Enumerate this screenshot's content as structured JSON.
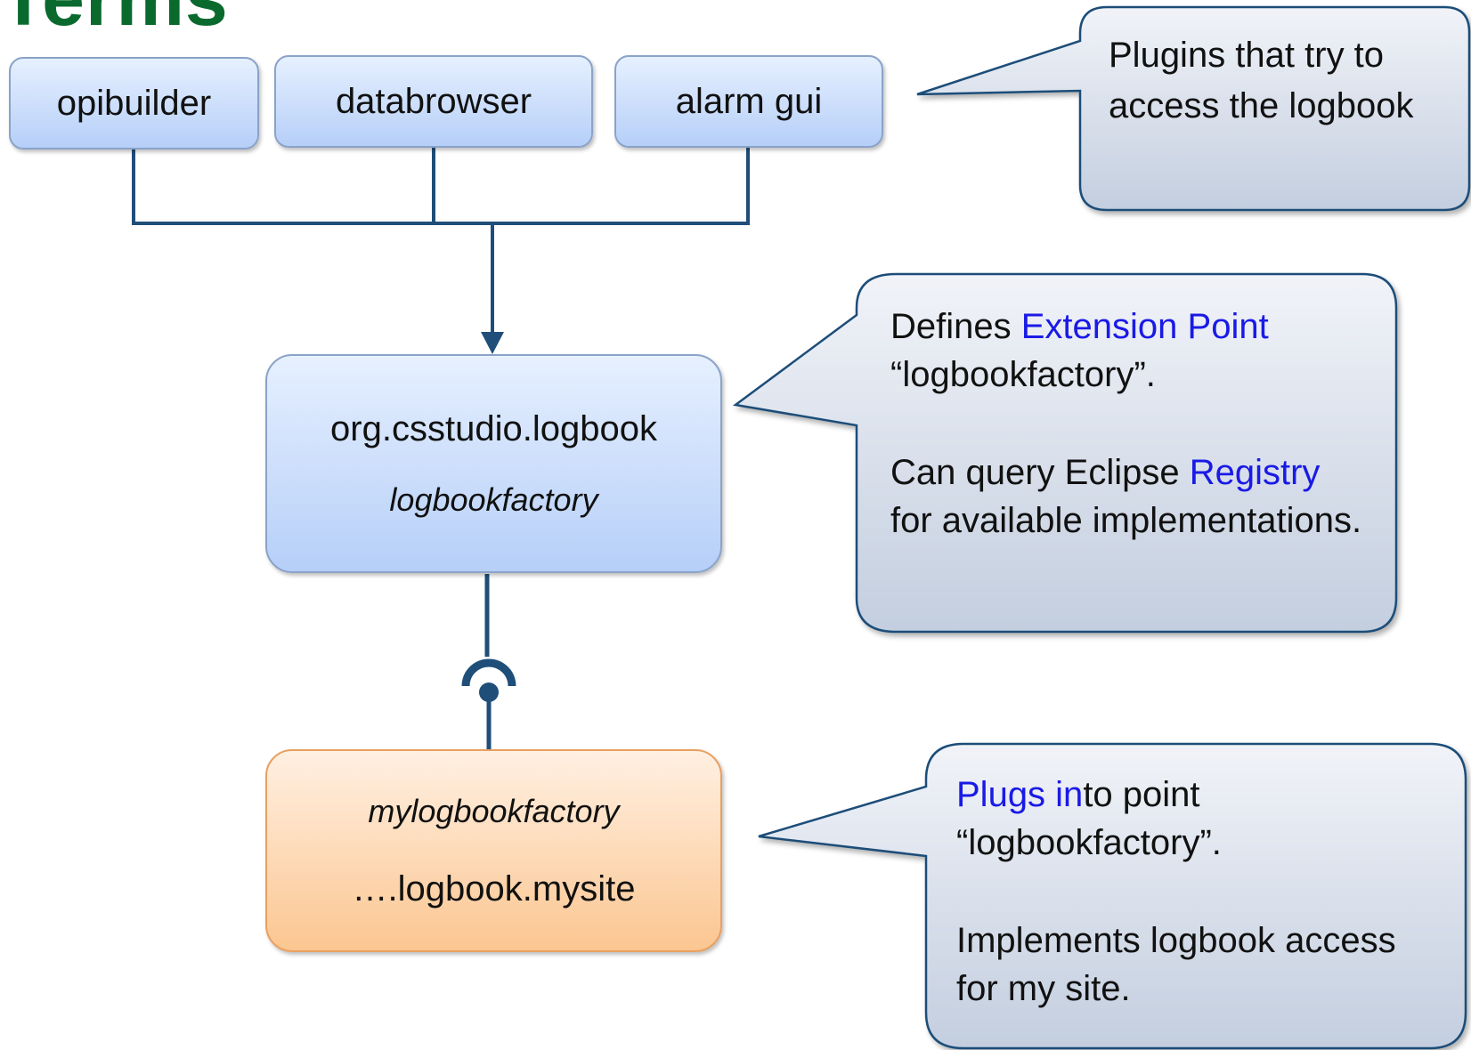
{
  "title": "Terms",
  "plugins": [
    {
      "label": "opibuilder"
    },
    {
      "label": "databrowser"
    },
    {
      "label": "alarm gui"
    }
  ],
  "logbook_box": {
    "name": "org.csstudio.logbook",
    "extension": "logbookfactory"
  },
  "site_box": {
    "extension": "mylogbookfactory",
    "name": "….logbook.mysite"
  },
  "callouts": {
    "plugins": {
      "text": "Plugins that try to access the logbook"
    },
    "defines": {
      "p1_pre": "Defines ",
      "p1_link": "Extension Point",
      "p1_post": " “logbookfactory”.",
      "p2_pre": "Can query Eclipse ",
      "p2_link": "Registry",
      "p2_post": " for available implementations."
    },
    "plugs": {
      "p1_link": "Plugs in",
      "p1_post": "to point “logbookfactory”.",
      "p2": "Implements logbook access for my site."
    }
  },
  "colors": {
    "connector": "#1f4e79",
    "callout_fill": "#cdd6e4",
    "callout_border": "#1f4e79",
    "link_text": "#1a1ae6",
    "title_green": "#0a6a2e"
  }
}
